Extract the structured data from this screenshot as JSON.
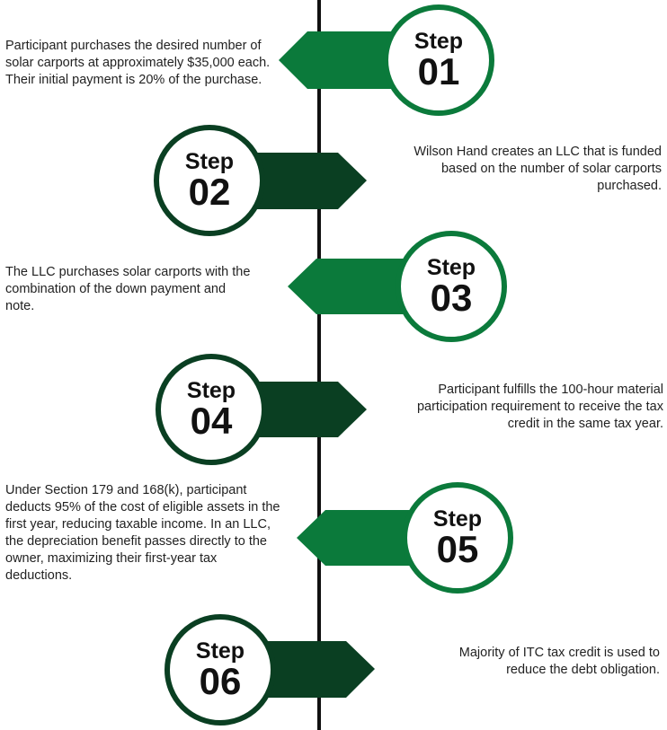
{
  "colors": {
    "light_green": "#0b7a3b",
    "dark_green": "#0a3f22"
  },
  "steps": [
    {
      "label": "Step",
      "number": "01",
      "text": "Participant purchases the desired number of solar carports at approximately $35,000 each. Their initial payment is 20% of the purchase."
    },
    {
      "label": "Step",
      "number": "02",
      "text": "Wilson Hand creates an LLC that is funded based on the number of solar carports purchased."
    },
    {
      "label": "Step",
      "number": "03",
      "text": "The LLC purchases solar carports with the combination of the down payment and note."
    },
    {
      "label": "Step",
      "number": "04",
      "text": "Participant fulfills the 100-hour material participation requirement to receive the tax credit in the same tax year."
    },
    {
      "label": "Step",
      "number": "05",
      "text": "Under Section 179 and 168(k), participant deducts 95% of the cost of eligible assets in the first year, reducing taxable income. In an LLC, the depreciation benefit passes directly to the owner, maximizing their first-year tax deductions."
    },
    {
      "label": "Step",
      "number": "06",
      "text": "Majority of ITC tax credit is used to reduce the debt obligation."
    }
  ]
}
